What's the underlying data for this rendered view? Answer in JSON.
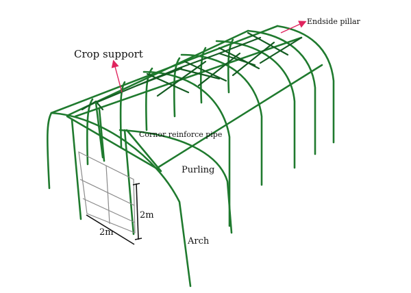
{
  "labels": {
    "crop_support": "Crop support",
    "endside_pillar": "Endside pillar",
    "corner_reinforce_pipe": "Cornor reinforce pipe",
    "purling": "Purling",
    "arch": "Arch",
    "door_height": "2m",
    "door_width": "2m"
  },
  "colors": {
    "pipe": "#1f7a2e",
    "pointer": "#e0245e",
    "door_frame": "#8a8a8a"
  }
}
